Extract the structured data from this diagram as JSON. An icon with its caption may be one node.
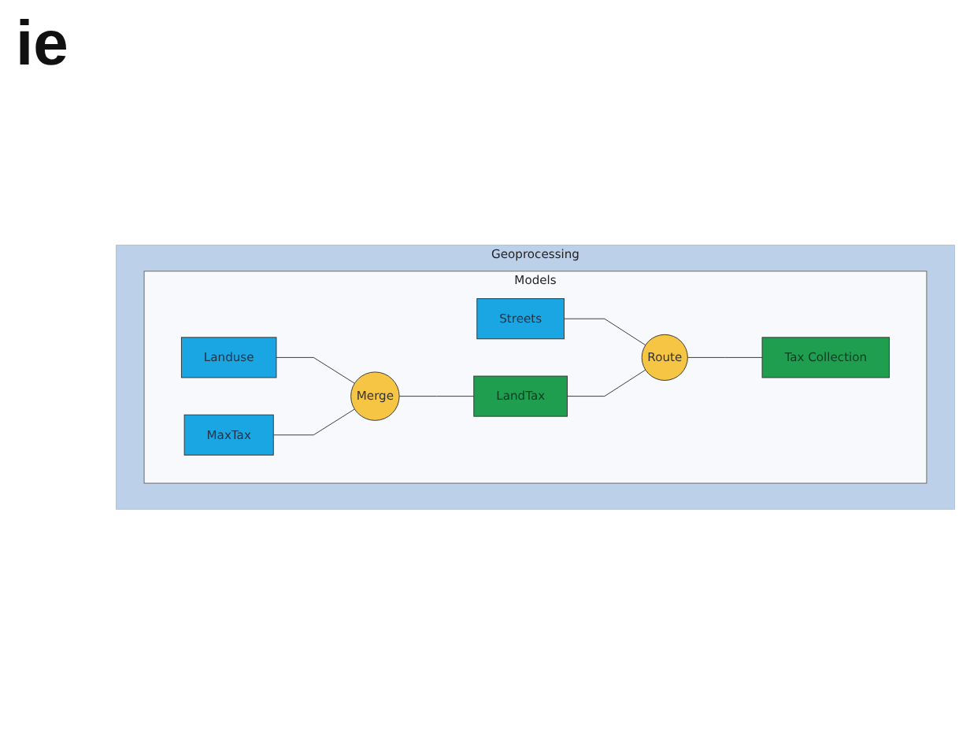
{
  "diagram": {
    "nodes": [
      {
        "text": [
          "Geoprocessing"
        ]
      },
      {
        "text": [
          "Models"
        ],
        "in": 0
      },
      {
        "text": [
          "Streets"
        ],
        "in": 1
      },
      {
        "text": [
          "Landuse"
        ],
        "in": 1
      },
      {
        "text": [
          "MaxTax"
        ],
        "in": 1
      },
      {
        "text": [
          "Merge"
        ],
        "in": 1
      },
      {
        "text": [
          "LandTax"
        ],
        "in": 1
      },
      {
        "text": [
          "Route"
        ],
        "in": 1
      },
      {
        "text": [
          "Tax Collection"
        ],
        "in": 1
      }
    ],
    "edges": [
      {
        "from": 2,
        "to": 7,
        "arrow": "none"
      },
      {
        "from": 3,
        "to": 5,
        "arrow": "none"
      },
      {
        "from": 4,
        "to": 5,
        "arrow": "none"
      },
      {
        "from": 5,
        "to": 6,
        "arrow": "none"
      },
      {
        "from": 6,
        "to": 7,
        "arrow": "none"
      },
      {
        "from": 7,
        "to": 8,
        "arrow": "none"
      }
    ],
    "labels": [
      "ie"
    ]
  }
}
